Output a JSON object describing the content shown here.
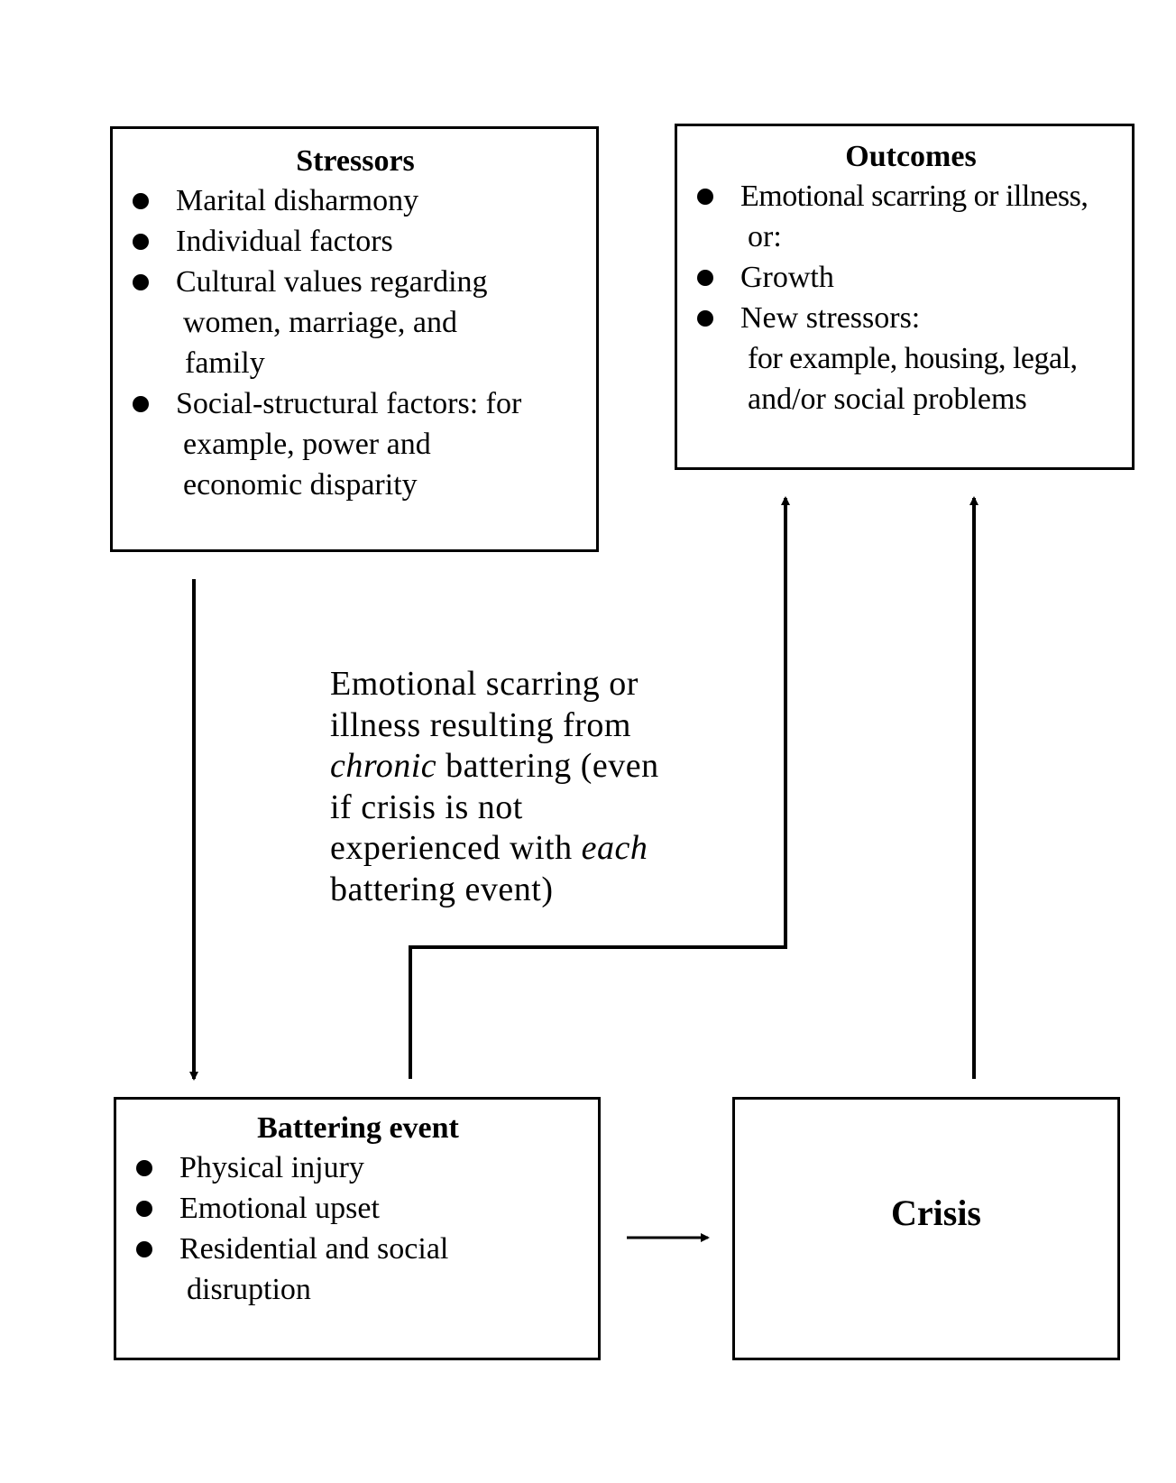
{
  "stressors": {
    "title": "Stressors",
    "items": [
      {
        "lines": [
          "Marital disharmony"
        ]
      },
      {
        "lines": [
          "Individual factors"
        ]
      },
      {
        "lines": [
          "Cultural values regarding",
          "women, marriage, and",
          "family"
        ]
      },
      {
        "lines": [
          "Social-structural factors: for",
          "example, power and",
          "economic disparity"
        ]
      }
    ]
  },
  "outcomes": {
    "title": "Outcomes",
    "items": [
      {
        "lines": [
          "Emotional scarring or illness,",
          "or:"
        ]
      },
      {
        "lines": [
          "Growth"
        ]
      },
      {
        "lines": [
          "New stressors:",
          "for example, housing, legal,",
          "and/or social problems"
        ]
      }
    ]
  },
  "middle": {
    "line1": "Emotional scarring or",
    "line2": "illness resulting from",
    "line3_italic": "chronic",
    "line3_rest": " battering (even",
    "line4": "if crisis is not",
    "line5_pre": "experienced with ",
    "line5_italic": "each",
    "line6": "battering event)"
  },
  "battering": {
    "title": "Battering event",
    "items": [
      {
        "lines": [
          "Physical injury"
        ]
      },
      {
        "lines": [
          "Emotional upset"
        ]
      },
      {
        "lines": [
          "Residential and social",
          "disruption"
        ]
      }
    ]
  },
  "crisis": {
    "label": "Crisis"
  }
}
